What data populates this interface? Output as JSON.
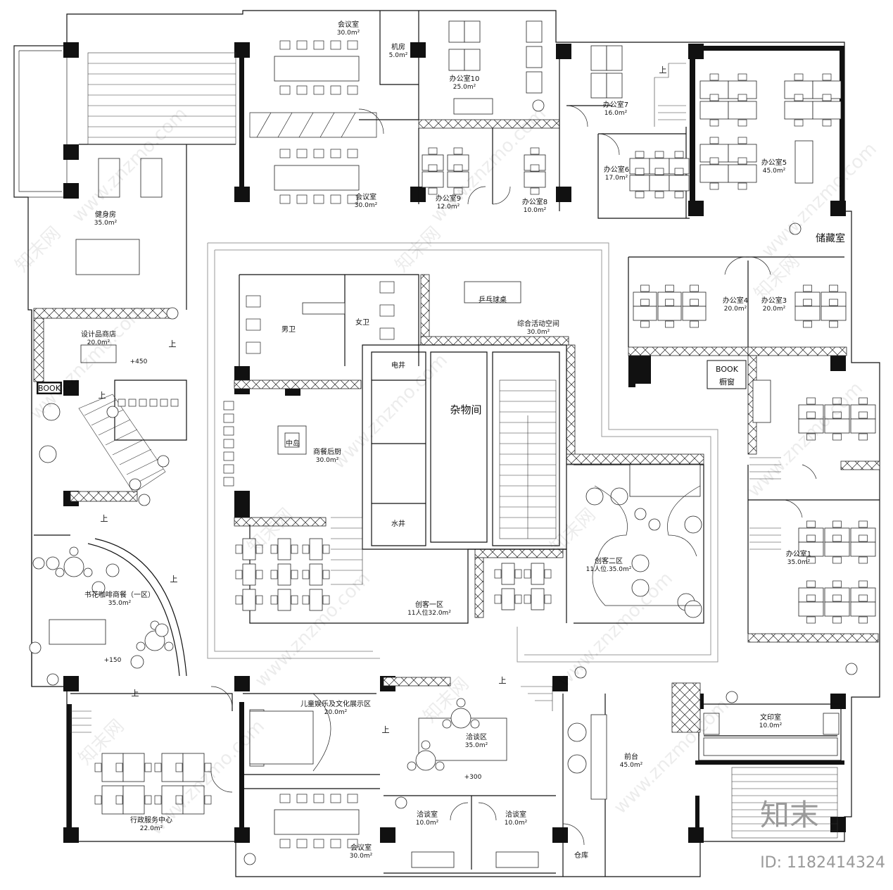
{
  "rooms": [
    {
      "id": "meeting-top",
      "name": "会议室",
      "area": "30.0m²"
    },
    {
      "id": "server",
      "name": "机房",
      "area": "5.0m²"
    },
    {
      "id": "office10",
      "name": "办公室10",
      "area": "25.0m²"
    },
    {
      "id": "office7",
      "name": "办公室7",
      "area": "16.0m²"
    },
    {
      "id": "office5",
      "name": "办公室5",
      "area": "45.0m²"
    },
    {
      "id": "office6",
      "name": "办公室6",
      "area": "17.0m²"
    },
    {
      "id": "meeting-mid",
      "name": "会议室",
      "area": "30.0m²"
    },
    {
      "id": "office9",
      "name": "办公室9",
      "area": "12.0m²"
    },
    {
      "id": "office8",
      "name": "办公室8",
      "area": "10.0m²"
    },
    {
      "id": "gym",
      "name": "健身房",
      "area": "35.0m²"
    },
    {
      "id": "design-shop",
      "name": "设计品商店",
      "area": "20.0m²"
    },
    {
      "id": "storage",
      "name": "储藏室",
      "area": ""
    },
    {
      "id": "office4",
      "name": "办公室4",
      "area": "20.0m²"
    },
    {
      "id": "office3",
      "name": "办公室3",
      "area": "20.0m²"
    },
    {
      "id": "mens-wc",
      "name": "男卫",
      "area": ""
    },
    {
      "id": "womens-wc",
      "name": "女卫",
      "area": ""
    },
    {
      "id": "activity",
      "name": "综合活动空间",
      "area": "30.0m²"
    },
    {
      "id": "ping-pong",
      "name": "乒乓球桌",
      "area": ""
    },
    {
      "id": "electric-shaft",
      "name": "电井",
      "area": ""
    },
    {
      "id": "utility",
      "name": "杂物间",
      "area": ""
    },
    {
      "id": "water-shaft",
      "name": "水井",
      "area": ""
    },
    {
      "id": "island",
      "name": "中岛",
      "area": ""
    },
    {
      "id": "kitchen",
      "name": "商餐后厨",
      "area": "30.0m²"
    },
    {
      "id": "maker1",
      "name": "创客一区",
      "area": "11人位32.0m²"
    },
    {
      "id": "maker2",
      "name": "创客二区",
      "area": "11人位.35.0m²"
    },
    {
      "id": "office1",
      "name": "办公室1",
      "area": "35.0m²"
    },
    {
      "id": "cafe",
      "name": "书花咖啡商餐（一区）",
      "area": "35.0m²"
    },
    {
      "id": "kids",
      "name": "儿童娱乐及文化展示区",
      "area": "20.0m²"
    },
    {
      "id": "negotiation",
      "name": "洽谈区",
      "area": "35.0m²"
    },
    {
      "id": "print",
      "name": "文印室",
      "area": "10.0m²"
    },
    {
      "id": "admin",
      "name": "行政服务中心",
      "area": "22.0m²"
    },
    {
      "id": "meeting-bottom",
      "name": "会议室",
      "area": "30.0m²"
    },
    {
      "id": "talk-room-a",
      "name": "洽谈室",
      "area": "10.0m²"
    },
    {
      "id": "talk-room-b",
      "name": "洽谈室",
      "area": "10.0m²"
    },
    {
      "id": "reception",
      "name": "前台",
      "area": "45.0m²"
    },
    {
      "id": "warehouse",
      "name": "仓库",
      "area": ""
    }
  ],
  "tags": {
    "book_left": "BOOK",
    "book_right": "BOOK",
    "showcase": "橱窗",
    "storage_cabinet": "储藏室",
    "up": "上",
    "level_450": "+450",
    "level_150": "+150",
    "level_300": "+300"
  },
  "watermark": {
    "site": "www.znzmo.com",
    "brand_cn": "知末网",
    "brand": "知末",
    "id_label": "ID: 1182414324"
  }
}
